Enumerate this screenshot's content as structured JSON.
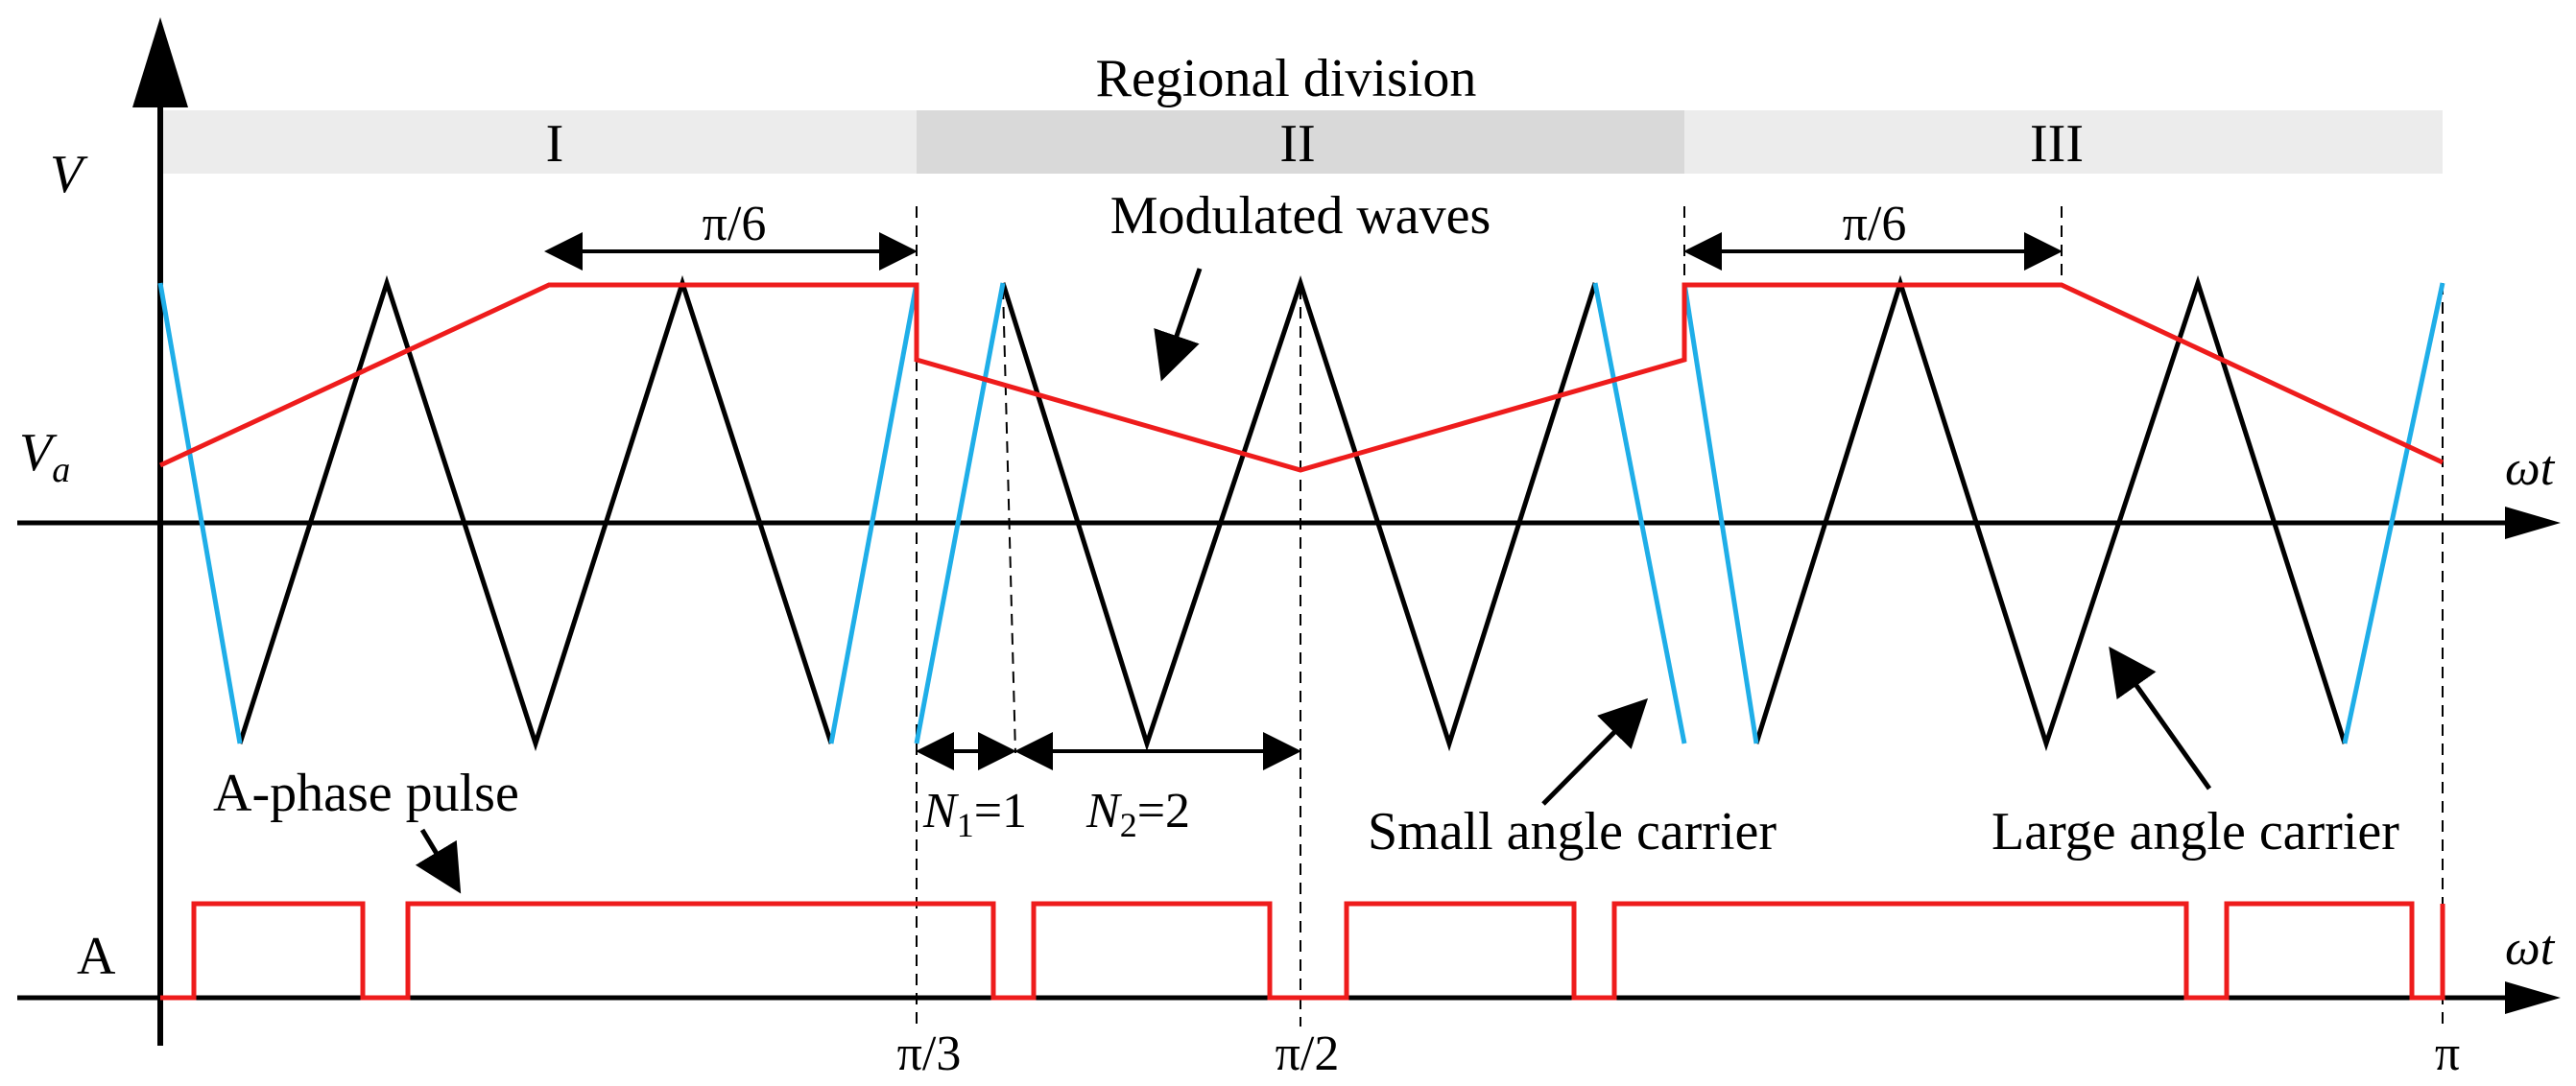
{
  "title": "Regional division",
  "regions": [
    {
      "label": "I",
      "shade": "#ececec"
    },
    {
      "label": "II",
      "shade": "#d9d9d9"
    },
    {
      "label": "III",
      "shade": "#ececec"
    }
  ],
  "y_axis_label": "V",
  "va_label": "V",
  "va_sub": "a",
  "x_axis_label": "ωt",
  "pulse_axis_label": "ωt",
  "pulse_row_label": "A",
  "span_label_left": "π/6",
  "span_label_right": "π/6",
  "annotations": {
    "modulated_waves": "Modulated waves",
    "a_phase_pulse": "A-phase pulse",
    "small_angle_carrier": "Small angle carrier",
    "large_angle_carrier": "Large angle carrier"
  },
  "n1_label": {
    "sym": "N",
    "sub": "1",
    "eq": "=1"
  },
  "n2_label": {
    "sym": "N",
    "sub": "2",
    "eq": "=2"
  },
  "ticks": [
    "π/3",
    "π/2",
    "π"
  ],
  "colors": {
    "modulated": "#ee1c1c",
    "small_carrier": "#1faee8",
    "large_carrier": "#000000",
    "pulse": "#ee1c1c",
    "region_fill_light": "#ececec",
    "region_fill_dark": "#d9d9d9"
  }
}
